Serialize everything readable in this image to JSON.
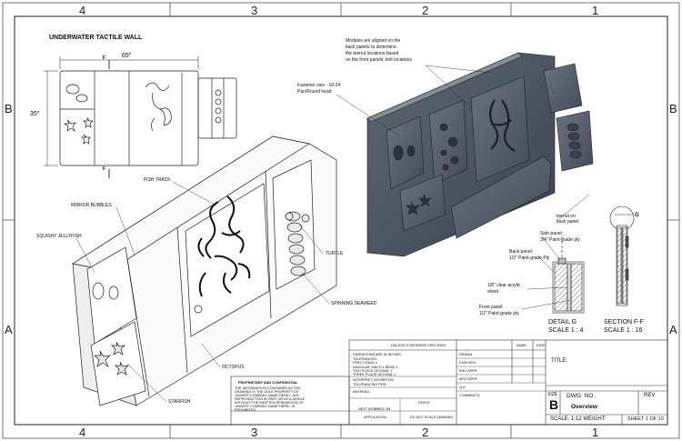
{
  "zones": {
    "top": [
      "4",
      "3",
      "2",
      "1"
    ],
    "bottom": [
      "4",
      "3",
      "2",
      "1"
    ],
    "left": [
      "B",
      "A"
    ],
    "right": [
      "B",
      "A"
    ]
  },
  "drawing": {
    "title": "UNDERWATER TACTILE WALL",
    "dim_width": "65\"",
    "dim_height": "35\"",
    "section_marker": "F",
    "callouts": {
      "fish_track": "FISH TRACK",
      "mirror_bubbles": "MIRROR BUBBLES",
      "squishy_jellyfish": "SQUISHY JELLYFISH",
      "turtle": "TURTLE",
      "spinning_seaweed": "SPINNING SEAWEED",
      "octopus": "OCTOPUS",
      "starfish": "STARFISH"
    },
    "modules_note": [
      "Modules are aligned on the",
      "back panels to determine",
      "the teenut locations based",
      "on the front panels' bolt locations"
    ],
    "fastener_note": [
      "Fastener size - 10-24",
      "Pan/Round head"
    ],
    "teenut_note": [
      "teenut on",
      "back panel"
    ],
    "side_panel_note": [
      "Side panel:",
      "3/4\" Paint-grade ply"
    ],
    "back_panel_note": [
      "Back panel:",
      "1/2\" Paint-grade Ply"
    ],
    "acrylic_note": [
      "1/8\" clear acrylic",
      "sheet"
    ],
    "front_panel_note": [
      "Front panel:",
      "1/2\" Paint-grade ply"
    ],
    "detail_marker": "G",
    "detail_label": "DETAIL G",
    "detail_scale": "SCALE 1 : 4",
    "section_label": "SECTION F-F",
    "section_scale": "SCALE 1 : 16"
  },
  "title_block": {
    "unless": "UNLESS OTHERWISE SPECIFIED:",
    "name_col": "NAME",
    "date_col": "DATE",
    "dims": [
      "DIMENSIONS ARE IN INCHES",
      "TOLERANCES:",
      "FRACTIONAL ±",
      "ANGULAR: MACH ±   BEND ±",
      "TWO PLACE DECIMAL   ±",
      "THREE PLACE DECIMAL  ±"
    ],
    "interpret": [
      "INTERPRET GEOMETRIC",
      "TOLERANCING PER:"
    ],
    "material": "MATERIAL",
    "finish": "FINISH",
    "next_assy": "NEXT ASSY",
    "used_on": "USED ON",
    "application": "APPLICATION",
    "do_not_scale": "DO NOT SCALE DRAWING",
    "rows": [
      "DRAWN",
      "CHECKED",
      "ENG APPR.",
      "MFG APPR.",
      "Q.A.",
      "COMMENTS:"
    ],
    "prop_title": "PROPRIETARY AND CONFIDENTIAL",
    "prop_text": [
      "THE INFORMATION CONTAINED IN THIS",
      "DRAWING IS THE SOLE PROPERTY OF",
      "<INSERT COMPANY NAME HERE>. ANY",
      "REPRODUCTION IN PART OR AS A WHOLE",
      "WITHOUT THE WRITTEN PERMISSION OF",
      "<INSERT COMPANY NAME HERE> IS",
      "PROHIBITED."
    ],
    "title_label": "TITLE:",
    "size_label": "SIZE",
    "size_value": "B",
    "dwg_no_label": "DWG.  NO.",
    "dwg_no_value": "Overview",
    "rev_label": "REV",
    "scale": "SCALE: 1:12 WEIGHT:",
    "sheet": "SHEET 1 OF 10"
  }
}
